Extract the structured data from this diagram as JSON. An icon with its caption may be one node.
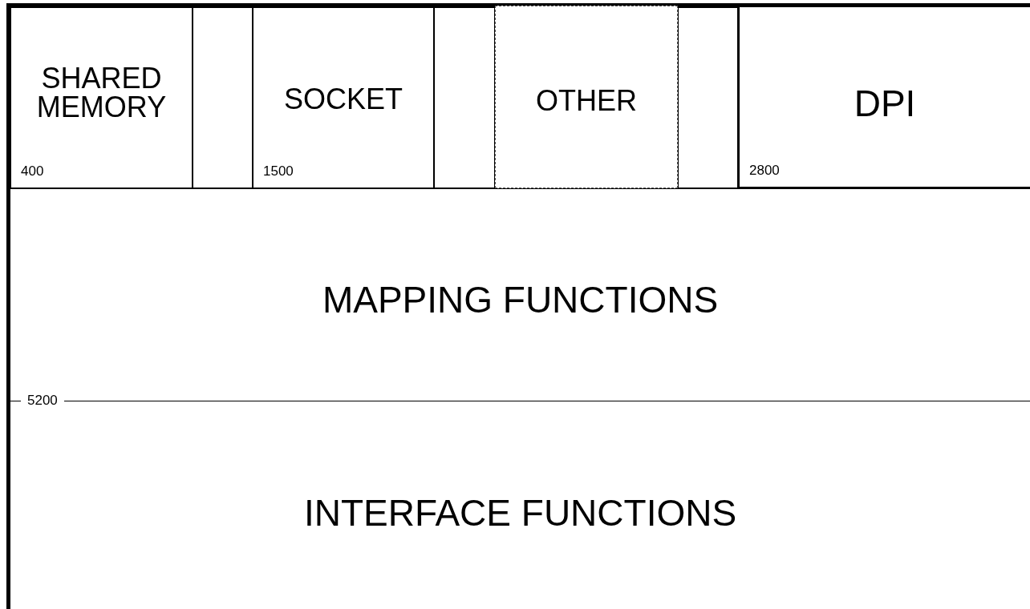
{
  "diagram": {
    "nodes": [
      {
        "text": [
          "SHARED MEMORY",
          "400"
        ]
      },
      {
        "text": [],
        "shape": "box"
      },
      {
        "text": [
          "SOCKET",
          "1500"
        ]
      },
      {
        "text": [],
        "shape": "box"
      },
      {
        "text": [
          "OTHER"
        ]
      },
      {
        "text": [],
        "shape": "box"
      },
      {
        "text": [
          "DPI",
          "2800"
        ]
      },
      {
        "text": [
          "MAPPING FUNCTIONS"
        ]
      },
      {
        "text": [
          "INTERFACE FUNCTIONS"
        ]
      }
    ],
    "labels": [
      "5200"
    ]
  }
}
